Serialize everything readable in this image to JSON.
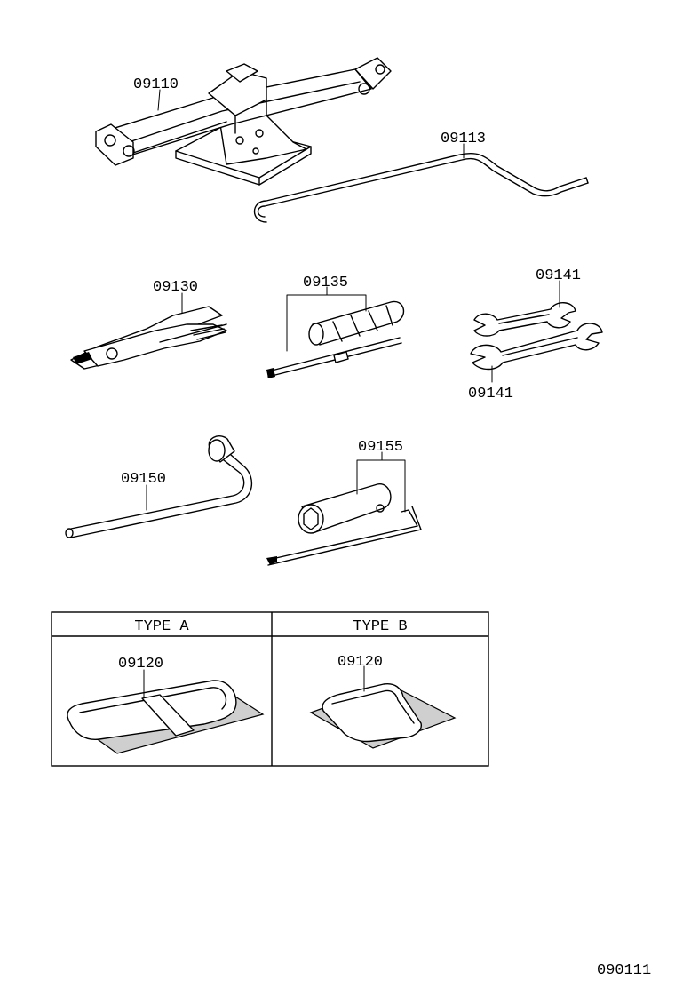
{
  "parts": {
    "jack": "09110",
    "jack_handle": "09113",
    "pliers": "09130",
    "screwdriver": "09135",
    "wrench_top": "09141",
    "wrench_bottom": "09141",
    "wheel_nut_wrench": "09150",
    "plug_wrench": "09155"
  },
  "tool_bag_table": {
    "type_a": {
      "header": "TYPE A",
      "part": "09120"
    },
    "type_b": {
      "header": "TYPE B",
      "part": "09120"
    }
  },
  "diagram_id": "090111"
}
